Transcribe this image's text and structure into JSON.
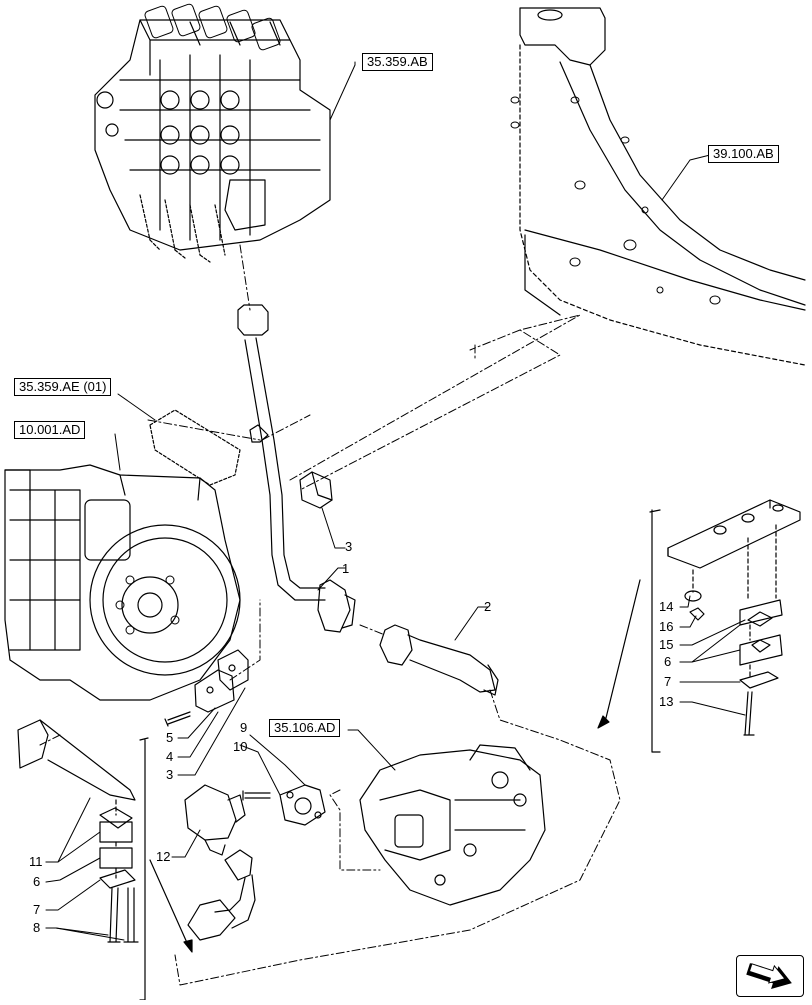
{
  "references": {
    "valve_block": "35.359.AB",
    "frame": "39.100.AB",
    "valve_section": "35.359.AE (01)",
    "engine": "10.001.AD",
    "pump": "35.106.AD"
  },
  "callouts": {
    "c1": "1",
    "c2": "2",
    "c3a": "3",
    "c3b": "3",
    "c4": "4",
    "c5": "5",
    "c6a": "6",
    "c6b": "6",
    "c7a": "7",
    "c7b": "7",
    "c8": "8",
    "c9": "9",
    "c10": "10",
    "c11": "11",
    "c12": "12",
    "c13": "13",
    "c14": "14",
    "c15": "15",
    "c16": "16"
  },
  "icons": {
    "nav": "next-page-arrow-icon"
  },
  "colors": {
    "line": "#000000",
    "background": "#ffffff"
  }
}
